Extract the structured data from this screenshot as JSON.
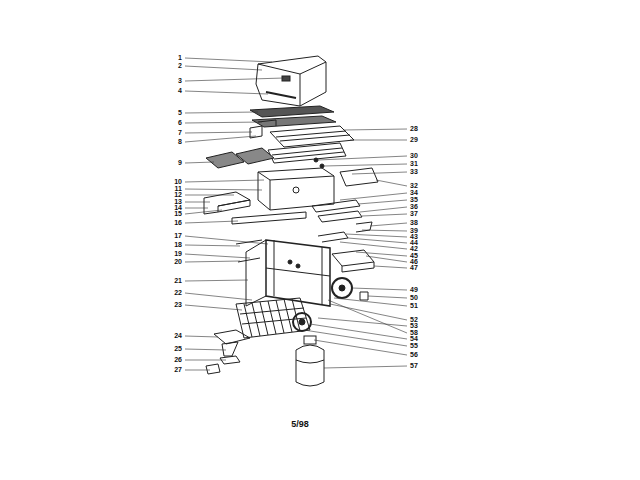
{
  "diagram": {
    "labels": [
      "1",
      "2",
      "3",
      "4",
      "5",
      "6",
      "7",
      "8",
      "9",
      "10",
      "11",
      "12",
      "13",
      "14",
      "15",
      "16",
      "17",
      "18",
      "19",
      "20",
      "21",
      "22",
      "23",
      "24",
      "25",
      "26",
      "27",
      "28",
      "29",
      "30",
      "31",
      "33",
      "32",
      "34",
      "35",
      "36",
      "37",
      "38",
      "39",
      "43",
      "44",
      "42",
      "45",
      "46",
      "47",
      "49",
      "50",
      "51",
      "52",
      "53",
      "58",
      "54",
      "55",
      "56",
      "57",
      "5/98"
    ]
  }
}
